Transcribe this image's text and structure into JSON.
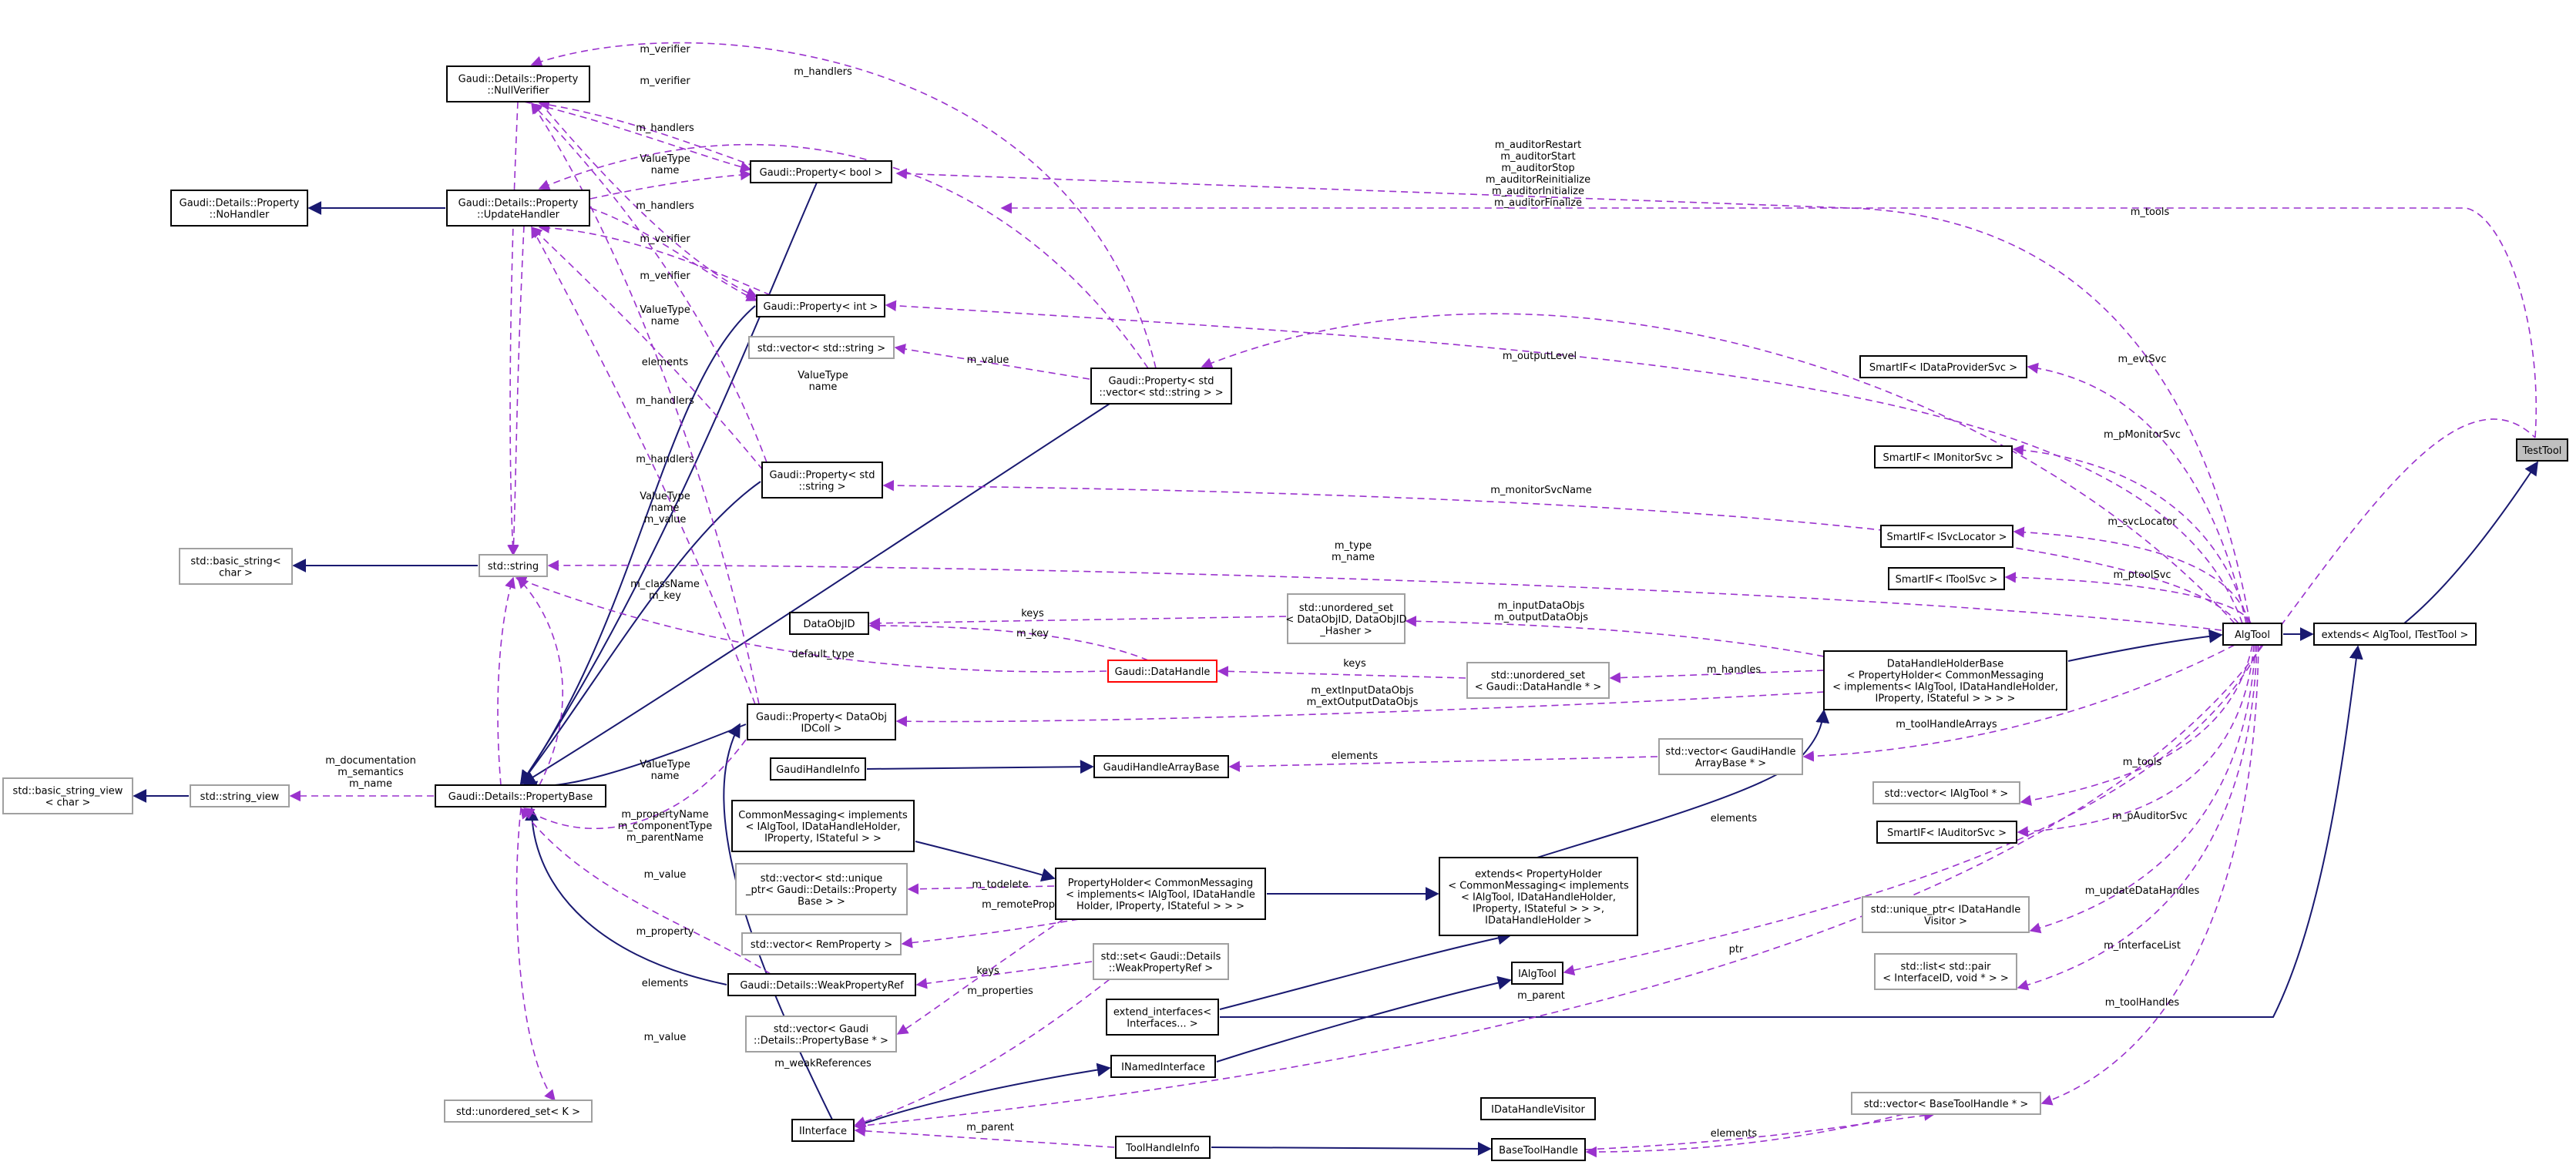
{
  "colors": {
    "inheritance": "#191970",
    "usage": "#9a32cd",
    "node_border": "#000000",
    "external_border": "#a0a0a0",
    "incomplete_border": "#ff0000",
    "selected_fill": "#bfbfbf"
  },
  "nodes": {
    "testtool": [
      "TestTool"
    ],
    "extends_algtool": [
      "extends< AlgTool, ITestTool >"
    ],
    "algtool": [
      "AlgTool"
    ],
    "dhhb": [
      "DataHandleHolderBase",
      "< PropertyHolder< CommonMessaging",
      "< implements< IAlgTool, IDataHandleHolder,",
      "IProperty, IStateful > > > >"
    ],
    "extends_propholder": [
      "extends< PropertyHolder",
      "< CommonMessaging< implements",
      "< IAlgTool, IDataHandleHolder,",
      "IProperty, IStateful > > >,",
      "IDataHandleHolder >"
    ],
    "propholder": [
      "PropertyHolder< CommonMessaging",
      "< implements< IAlgTool, IDataHandle",
      "Holder, IProperty, IStateful > > >"
    ],
    "commonmsg": [
      "CommonMessaging< implements",
      "< IAlgTool, IDataHandleHolder,",
      "IProperty, IStateful > >"
    ],
    "ext_interfaces": [
      "extend_interfaces<",
      "Interfaces... >"
    ],
    "ialgtool": [
      "IAlgTool"
    ],
    "inamed": [
      "INamedInterface"
    ],
    "iinterface": [
      "IInterface"
    ],
    "toolhandleinfo": [
      "ToolHandleInfo"
    ],
    "basetoolhandle": [
      "BaseToolHandle"
    ],
    "idhvisitor": [
      "IDataHandleVisitor"
    ],
    "gh_array_base": [
      "GaudiHandleArrayBase"
    ],
    "gh_info": [
      "GaudiHandleInfo"
    ],
    "datahandle": [
      "Gaudi::DataHandle"
    ],
    "dataobjid": [
      "DataObjID"
    ],
    "prop_dataobjidcoll": [
      "Gaudi::Property< DataObj",
      "IDColl >"
    ],
    "weakpropref": [
      "Gaudi::Details::WeakPropertyRef"
    ],
    "propbase": [
      "Gaudi::Details::PropertyBase"
    ],
    "string": [
      "std::string"
    ],
    "basic_string": [
      "std::basic_string<",
      "char >"
    ],
    "string_view": [
      "std::string_view"
    ],
    "basic_string_view": [
      "std::basic_string_view",
      "< char >"
    ],
    "prop_bool": [
      "Gaudi::Property< bool >"
    ],
    "prop_int": [
      "Gaudi::Property< int >"
    ],
    "prop_vec_string": [
      "Gaudi::Property< std",
      "::vector< std::string > >"
    ],
    "prop_string": [
      "Gaudi::Property< std",
      "::string >"
    ],
    "null_verifier": [
      "Gaudi::Details::Property",
      "::NullVerifier"
    ],
    "update_handler": [
      "Gaudi::Details::Property",
      "::UpdateHandler"
    ],
    "no_handler": [
      "Gaudi::Details::Property",
      "::NoHandler"
    ],
    "vec_string": [
      "std::vector< std::string >"
    ],
    "uset_dataobjid": [
      "std::unordered_set",
      "< DataObjID, DataObjID",
      "_Hasher >"
    ],
    "uset_datahandle": [
      "std::unordered_set",
      "< Gaudi::DataHandle * >"
    ],
    "vec_ghab": [
      "std::vector< GaudiHandle",
      "ArrayBase * >"
    ],
    "vec_unique_ptr": [
      "std::vector< std::unique",
      "_ptr< Gaudi::Details::Property",
      "Base > >"
    ],
    "vec_remprop": [
      "std::vector< RemProperty >"
    ],
    "set_weakprop": [
      "std::set< Gaudi::Details",
      "::WeakPropertyRef >"
    ],
    "vec_propbase_ptr": [
      "std::vector< Gaudi",
      "::Details::PropertyBase * >"
    ],
    "uset_k": [
      "std::unordered_set< K >"
    ],
    "sif_dataprovider": [
      "SmartIF< IDataProviderSvc >"
    ],
    "sif_monitor": [
      "SmartIF< IMonitorSvc >"
    ],
    "sif_svclocator": [
      "SmartIF< ISvcLocator >"
    ],
    "sif_toolsvc": [
      "SmartIF< IToolSvc >"
    ],
    "vec_ialgtool": [
      "std::vector< IAlgTool * >"
    ],
    "sif_auditor": [
      "SmartIF< IAuditorSvc >"
    ],
    "unique_dhv": [
      "std::unique_ptr< IDataHandle",
      "Visitor >"
    ],
    "list_pair": [
      "std::list< std::pair",
      "< InterfaceID, void * > >"
    ],
    "vec_basetoolhandle": [
      "std::vector< BaseToolHandle * >"
    ]
  },
  "edge_labels": {
    "m_tools_top": [
      "m_tools"
    ],
    "m_auditor": [
      "m_auditorRestart",
      "m_auditorStart",
      "m_auditorStop",
      "m_auditorReinitialize",
      "m_auditorInitialize",
      "m_auditorFinalize"
    ],
    "m_evtSvc": [
      "m_evtSvc"
    ],
    "m_pMonitorSvc": [
      "m_pMonitorSvc"
    ],
    "m_svcLocator": [
      "m_svcLocator"
    ],
    "m_ptoolSvc": [
      "m_ptoolSvc"
    ],
    "m_tools": [
      "m_tools"
    ],
    "m_pAuditorSvc": [
      "m_pAuditorSvc"
    ],
    "m_updateDataHandles": [
      "m_updateDataHandles"
    ],
    "m_interfaceList": [
      "m_interfaceList"
    ],
    "m_toolHandles": [
      "m_toolHandles"
    ],
    "m_outputLevel": [
      "m_outputLevel"
    ],
    "m_monitorSvcName": [
      "m_monitorSvcName"
    ],
    "m_type_name": [
      "m_type",
      "m_name"
    ],
    "m_inputDataObjs": [
      "m_inputDataObjs",
      "m_outputDataObjs"
    ],
    "m_handles": [
      "m_handles"
    ],
    "m_extInputDataObjs": [
      "m_extInputDataObjs",
      "m_extOutputDataObjs"
    ],
    "m_toolHandleArrays": [
      "m_toolHandleArrays"
    ],
    "elements_ghab": [
      "elements"
    ],
    "elements_ialgtool": [
      "elements"
    ],
    "ptr": [
      "ptr"
    ],
    "m_parent_ialgtool": [
      "m_parent"
    ],
    "elements_btl": [
      "elements"
    ],
    "m_parent_thi": [
      "m_parent"
    ],
    "keys_dh": [
      "keys"
    ],
    "keys_dobj": [
      "keys"
    ],
    "m_key": [
      "m_key"
    ],
    "default_type": [
      "default_type"
    ],
    "m_todelete": [
      "m_todelete"
    ],
    "m_remoteProperties": [
      "m_remoteProperties"
    ],
    "keys_set": [
      "keys"
    ],
    "m_properties": [
      "m_properties"
    ],
    "m_weakReferences": [
      "m_weakReferences"
    ],
    "elements_vpb": [
      "elements"
    ],
    "m_value_uset_k": [
      "m_value"
    ],
    "m_property": [
      "m_property"
    ],
    "m_value_wpr": [
      "m_value"
    ],
    "m_propertyName": [
      "m_propertyName",
      "m_componentType",
      "m_parentName"
    ],
    "valuetype_name_dobj": [
      "ValueType",
      "name"
    ],
    "m_documentation": [
      "m_documentation",
      "m_semantics",
      "m_name"
    ],
    "m_className": [
      "m_className",
      "m_key"
    ],
    "valuetype_name_value": [
      "ValueType",
      "name",
      "m_value"
    ],
    "m_handlers_3": [
      "m_handlers"
    ],
    "m_value_vec": [
      "m_value"
    ],
    "valuetype_name_vec": [
      "ValueType",
      "name"
    ],
    "m_handlers_4": [
      "m_handlers"
    ],
    "elements_vecstr": [
      "elements"
    ],
    "valuetype_name_int": [
      "ValueType",
      "name"
    ],
    "m_verifier_3": [
      "m_verifier"
    ],
    "m_verifier_4": [
      "m_verifier"
    ],
    "m_handlers_2": [
      "m_handlers"
    ],
    "valuetype_name_bool": [
      "ValueType",
      "name"
    ],
    "m_handlers_1": [
      "m_handlers"
    ],
    "m_verifier_2": [
      "m_verifier"
    ],
    "m_verifier_1": [
      "m_verifier"
    ],
    "m_handlers_top": [
      "m_handlers"
    ]
  }
}
